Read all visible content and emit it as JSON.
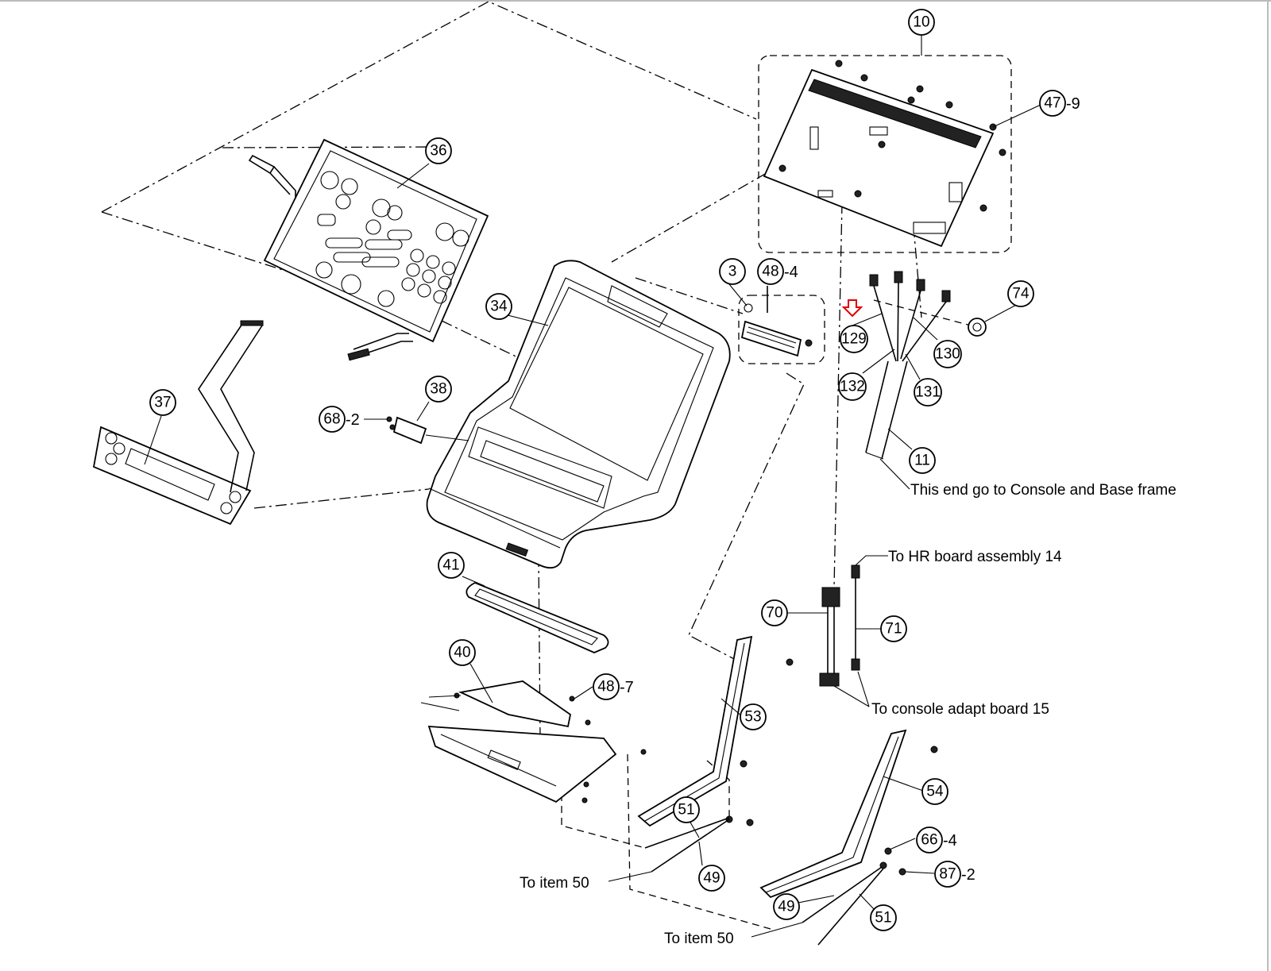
{
  "callouts": {
    "c10": "10",
    "c47": "47",
    "c47s": "-9",
    "c36": "36",
    "c3": "3",
    "c48a": "48",
    "c48as": "-4",
    "c74": "74",
    "c129": "129",
    "c130": "130",
    "c131": "131",
    "c132": "132",
    "c34": "34",
    "c37": "37",
    "c38": "38",
    "c68": "68",
    "c68s": "-2",
    "c11": "11",
    "c41": "41",
    "c70": "70",
    "c71": "71",
    "c40": "40",
    "c48b": "48",
    "c48bs": "-7",
    "c53": "53",
    "c54": "54",
    "c51a": "51",
    "c49a": "49",
    "c66": "66",
    "c66s": "-4",
    "c87": "87",
    "c87s": "-2",
    "c49b": "49",
    "c51b": "51"
  },
  "notes": {
    "console_base": "This end go to Console and Base frame",
    "hr_board": "To HR  board assembly 14",
    "console_adapt": "To console adapt board   15",
    "to_item_50_a": "To item 50",
    "to_item_50_b": "To item 50"
  },
  "colors": {
    "line": "#000000",
    "highlight_arrow": "#e00000",
    "background": "#ffffff"
  }
}
